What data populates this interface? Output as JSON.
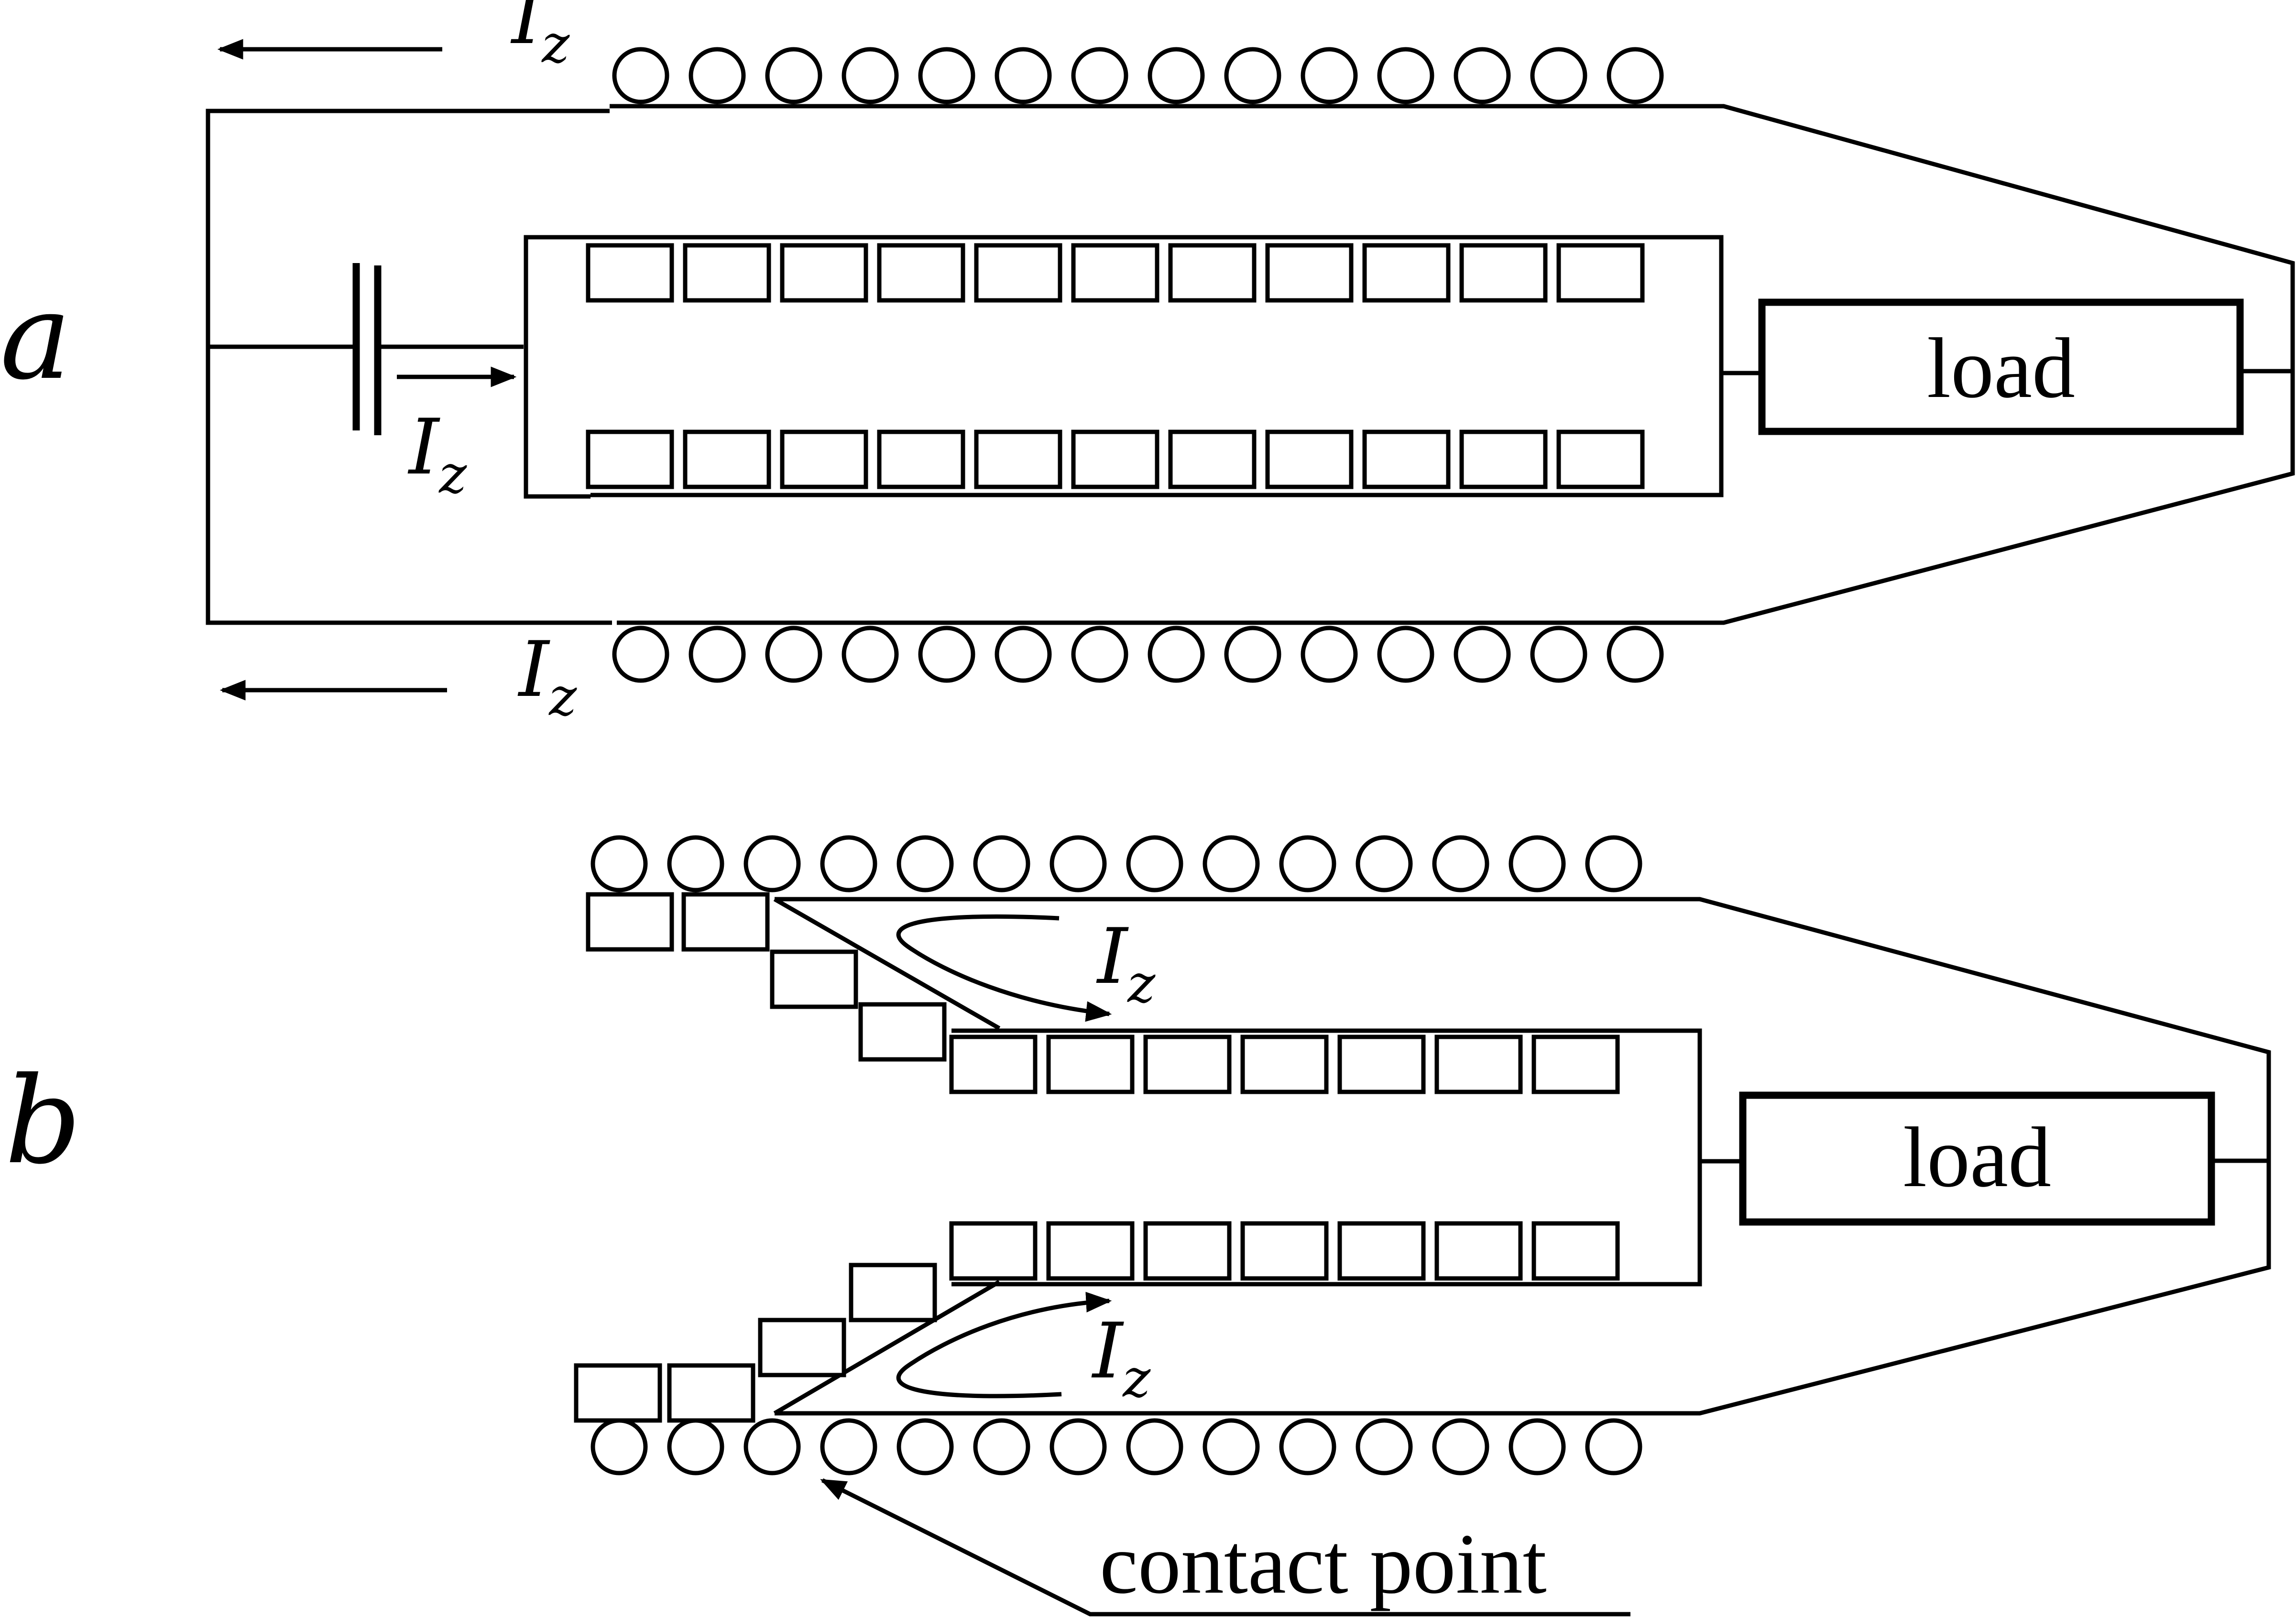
{
  "panels": [
    {
      "letter": "a",
      "load_label": "load",
      "current": {
        "symbol": "I",
        "subscript": "z"
      }
    },
    {
      "letter": "b",
      "load_label": "load",
      "current": {
        "symbol": "I",
        "subscript": "z"
      },
      "annotation": "contact point"
    }
  ]
}
